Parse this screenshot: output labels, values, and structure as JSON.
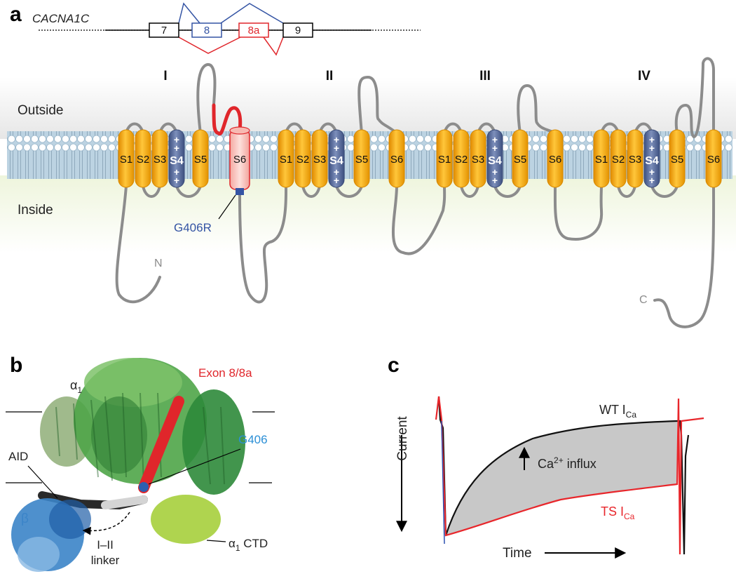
{
  "panels": {
    "a": "a",
    "b": "b",
    "c": "c"
  },
  "panel_a": {
    "gene": "CACNA1C",
    "exons": [
      "7",
      "8",
      "8a",
      "9"
    ],
    "outside": "Outside",
    "inside": "Inside",
    "domains": [
      "I",
      "II",
      "III",
      "IV"
    ],
    "segments": [
      "S1",
      "S2",
      "S3",
      "S4",
      "S5",
      "S6"
    ],
    "plus_sign": "+",
    "mutation": "G406R",
    "n_terminus": "N",
    "c_terminus": "C",
    "colors": {
      "helix": "#f6b21a",
      "s4": "#5c6f9e",
      "exon8": "#3454a4",
      "exon8a": "#e0262b",
      "loop": "#8c8c8c",
      "membrane": "#a9c4d5"
    }
  },
  "panel_b": {
    "alpha1": "α",
    "alpha1_sub": "1",
    "exon": "Exon 8/8a",
    "g406": "G406",
    "aid": "AID",
    "beta": "β",
    "linker_line1": "I–II",
    "linker_line2": "linker",
    "ctd_alpha": "α",
    "ctd_sub": "1",
    "ctd_rest": " CTD",
    "colors": {
      "alpha1_ribbon": "#3a9a3a",
      "beta_ribbon": "#3b84c8",
      "exon_highlight": "#e0262b",
      "g406_label": "#2b8fd6"
    }
  },
  "panel_c": {
    "y_label": "Current",
    "x_label": "Time",
    "wt_label": "WT I",
    "wt_sub": "Ca",
    "ts_label": "TS I",
    "ts_sub": "Ca",
    "influx_pre": "Ca",
    "influx_sup": "2+",
    "influx_post": " influx",
    "colors": {
      "wt": "#111111",
      "ts": "#e8262b",
      "fill": "#c8c8c8"
    }
  }
}
